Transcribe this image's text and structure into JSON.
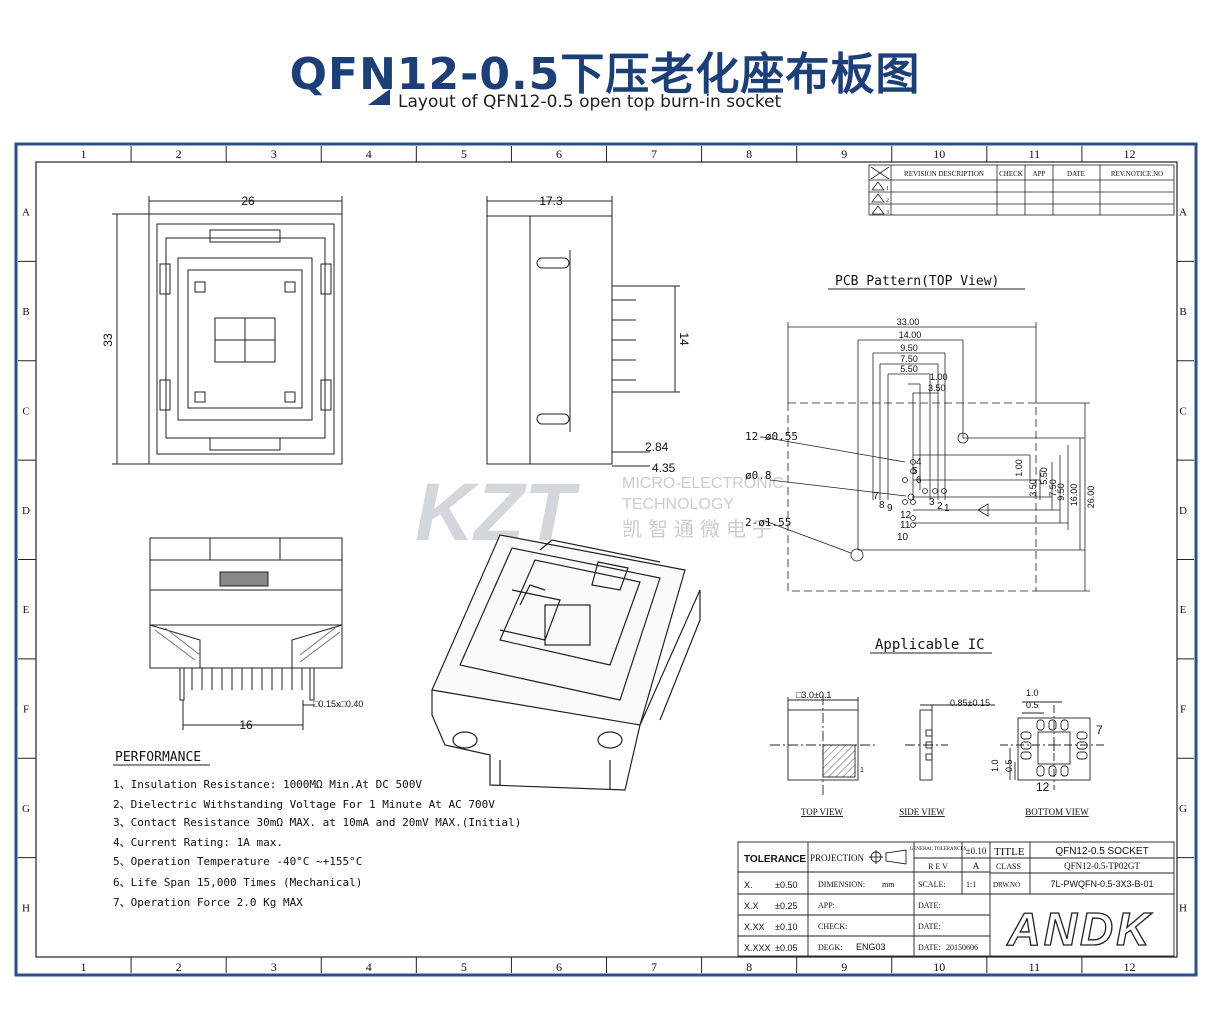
{
  "header": {
    "title": "QFN12-0.5下压老化座布板图",
    "subtitle": "Layout of QFN12-0.5 open top burn-in socket"
  },
  "colors": {
    "brand_blue": "#1c3f78",
    "frame_blue": "#2b4f8a",
    "line": "#222222",
    "watermark": "#c9cdd3"
  },
  "frame": {
    "columns": [
      "1",
      "2",
      "3",
      "4",
      "5",
      "6",
      "7",
      "8",
      "9",
      "10",
      "11",
      "12"
    ],
    "rows": [
      "A",
      "B",
      "C",
      "D",
      "E",
      "F",
      "G",
      "H"
    ]
  },
  "revision_table": {
    "headers": [
      "REVISION DESCRIPTION",
      "CHECK",
      "APP",
      "DATE",
      "REV.NOTICE.NO"
    ],
    "rows": [
      "1",
      "2",
      "3"
    ]
  },
  "top_view": {
    "width": "26",
    "height": "33"
  },
  "side_view": {
    "width": "17.3",
    "height": "14",
    "dim_a": "2.84",
    "dim_b": "4.35"
  },
  "front_view": {
    "width": "16",
    "pin": "□0.15x□0.40"
  },
  "pcb": {
    "title": "PCB Pattern(TOP View)",
    "dims_h": [
      "33.00",
      "14.00",
      "9.50",
      "7.50",
      "5.50",
      "1.00",
      "3.50"
    ],
    "dims_v": [
      "1.00",
      "3.50",
      "5.50",
      "7.50",
      "9.50",
      "16.00",
      "26.00"
    ],
    "labels": {
      "holes": "12-ø0.55",
      "center": "ø0.8",
      "mount": "2-ø1.55"
    },
    "pins": [
      "1",
      "2",
      "3",
      "4",
      "5",
      "6",
      "7",
      "8",
      "9",
      "10",
      "11",
      "12"
    ]
  },
  "applicable_ic": {
    "title": "Applicable IC",
    "top_dim": "□3.0±0.1",
    "side_dim": "0.85±0.15",
    "bottom_dims": [
      "1.0",
      "0.5",
      "1.0",
      "0.5"
    ],
    "pin_marks": [
      "1",
      "7",
      "12"
    ],
    "views": [
      "TOP VIEW",
      "SIDE VIEW",
      "BOTTOM VIEW"
    ]
  },
  "watermark": {
    "logo": "KZT",
    "line1": "MICRO-ELECTRONIC",
    "line2": "TECHNOLOGY",
    "line3": "凯智通微电子"
  },
  "performance": {
    "title": "PERFORMANCE",
    "items": [
      "1、Insulation Resistance: 1000MΩ Min.At DC 500V",
      "2、Dielectric Withstanding Voltage For 1 Minute At AC 700V",
      "3、Contact Resistance 30mΩ MAX. at 10mA and 20mV MAX.(Initial)",
      "4、Current Rating: 1A max.",
      "5、Operation Temperature -40°C ~+155°C",
      "6、Life Span 15,000 Times (Mechanical)",
      "7、Operation Force 2.0 Kg MAX"
    ]
  },
  "title_block": {
    "tolerance": "TOLERANCE",
    "tol_rows": [
      [
        "X.",
        "±0.50"
      ],
      [
        "X.X",
        "±0.25"
      ],
      [
        "X.XX",
        "±0.10"
      ],
      [
        "X.XXX",
        "±0.05"
      ]
    ],
    "projection": "PROJECTION",
    "general_tol": "GENERAL TOLERANCES",
    "general_val": "±0.10",
    "rev_label": "R E V",
    "rev_val": "A",
    "title_label": "TITLE",
    "title_val": "QFN12-0.5 SOCKET",
    "class_label": "CLASS",
    "class_val": "QFN12-0.5-TP02GT",
    "dimension_label": "DIMENSION:",
    "dimension_val": "mm",
    "scale_label": "SCALE:",
    "scale_val": "1:1",
    "drw_label": "DRW.NO",
    "drw_val": "7L-PWQFN-0.5-3X3-B-01",
    "app_label": "APP:",
    "date_label": "DATE:",
    "check_label": "CHECK:",
    "degk_label": "DEGK:",
    "degk_val": "ENG03",
    "date_val": "20150606",
    "logo": "ANDK"
  }
}
